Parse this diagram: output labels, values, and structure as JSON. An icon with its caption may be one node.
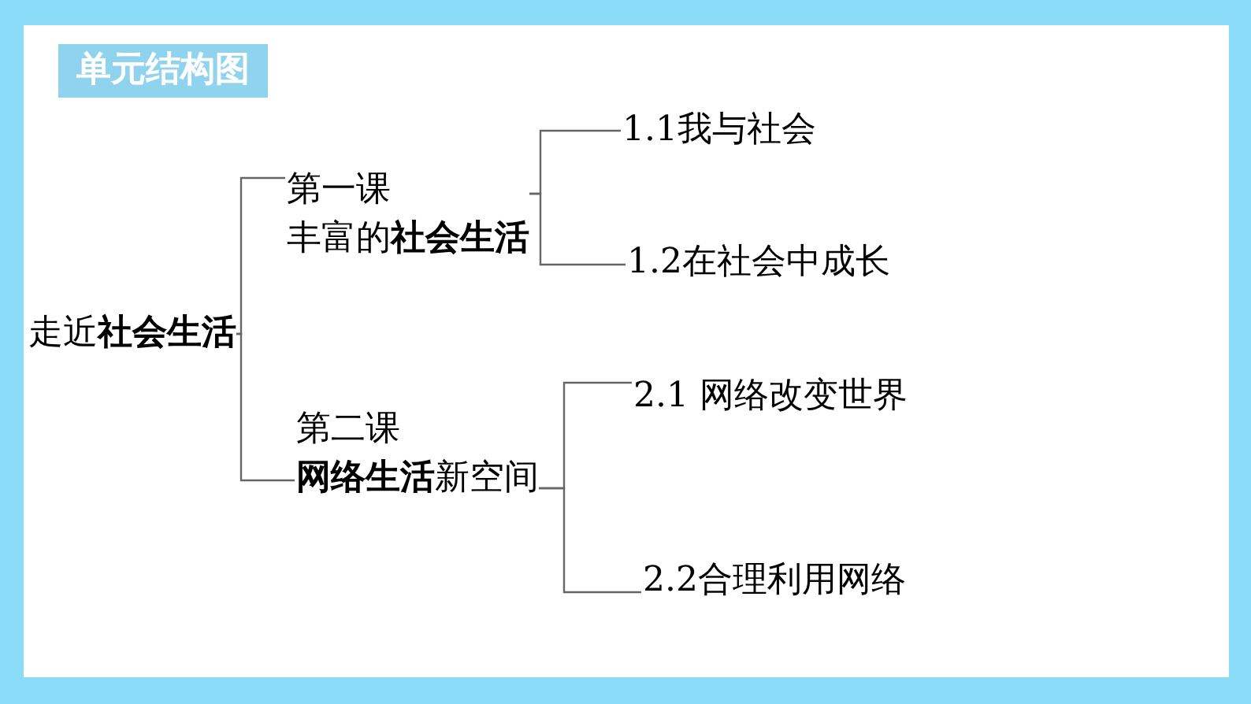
{
  "diagram": {
    "title": "单元结构图",
    "nodes": [
      {
        "text": [
          "走近**社会生活**"
        ]
      },
      {
        "text": [
          "第一课",
          "丰富的**社会生活**"
        ]
      },
      {
        "text": [
          "1.1我与社会"
        ]
      },
      {
        "text": [
          "1.2在社会中成长"
        ]
      },
      {
        "text": [
          "第二课",
          "**网络生活**新空间"
        ]
      },
      {
        "text": [
          "2.1 网络改变世界"
        ]
      },
      {
        "text": [
          "2.2合理利用网络"
        ]
      }
    ],
    "edges": [
      {
        "from": 0,
        "to": 1,
        "arrow": "none"
      },
      {
        "from": 0,
        "to": 4,
        "arrow": "none"
      },
      {
        "from": 1,
        "to": 2,
        "arrow": "none"
      },
      {
        "from": 1,
        "to": 3,
        "arrow": "none"
      },
      {
        "from": 4,
        "to": 5,
        "arrow": "none"
      },
      {
        "from": 4,
        "to": 6,
        "arrow": "none"
      }
    ]
  }
}
